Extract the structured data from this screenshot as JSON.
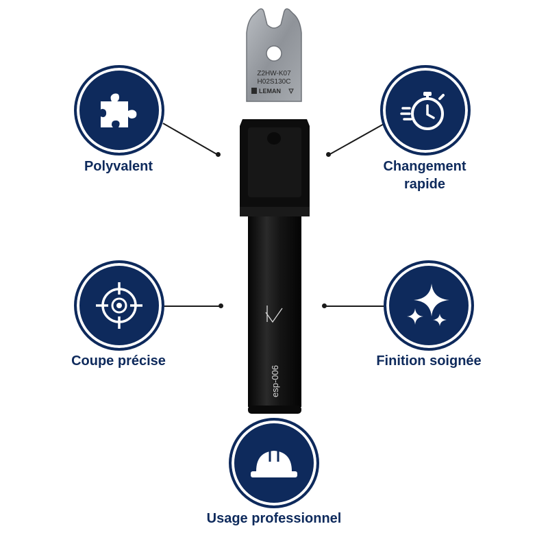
{
  "colors": {
    "badge_fill": "#0e2a5c",
    "badge_ring": "#0e2a5c",
    "badge_inner_ring": "#ffffff",
    "label": "#0e2a5c",
    "tool_body": "#121212",
    "blade": "#9a9ea3"
  },
  "features": [
    {
      "id": "polyvalent",
      "icon": "puzzle-icon",
      "label": "Polyvalent"
    },
    {
      "id": "changement-rapide",
      "icon": "stopwatch-icon",
      "label": "Changement rapide",
      "label_lines": [
        "Changement",
        "rapide"
      ]
    },
    {
      "id": "coupe-precise",
      "icon": "crosshair-icon",
      "label": "Coupe précise"
    },
    {
      "id": "finition-soignee",
      "icon": "sparkle-icon",
      "label": "Finition soignée"
    },
    {
      "id": "usage-professionnel",
      "icon": "hard-hat-icon",
      "label": "Usage professionnel"
    }
  ],
  "product": {
    "blade_line1": "Z2HW-K07",
    "blade_line2": "H02S130C",
    "blade_brand": "LEMAN",
    "holder_marking": "esp-006"
  }
}
